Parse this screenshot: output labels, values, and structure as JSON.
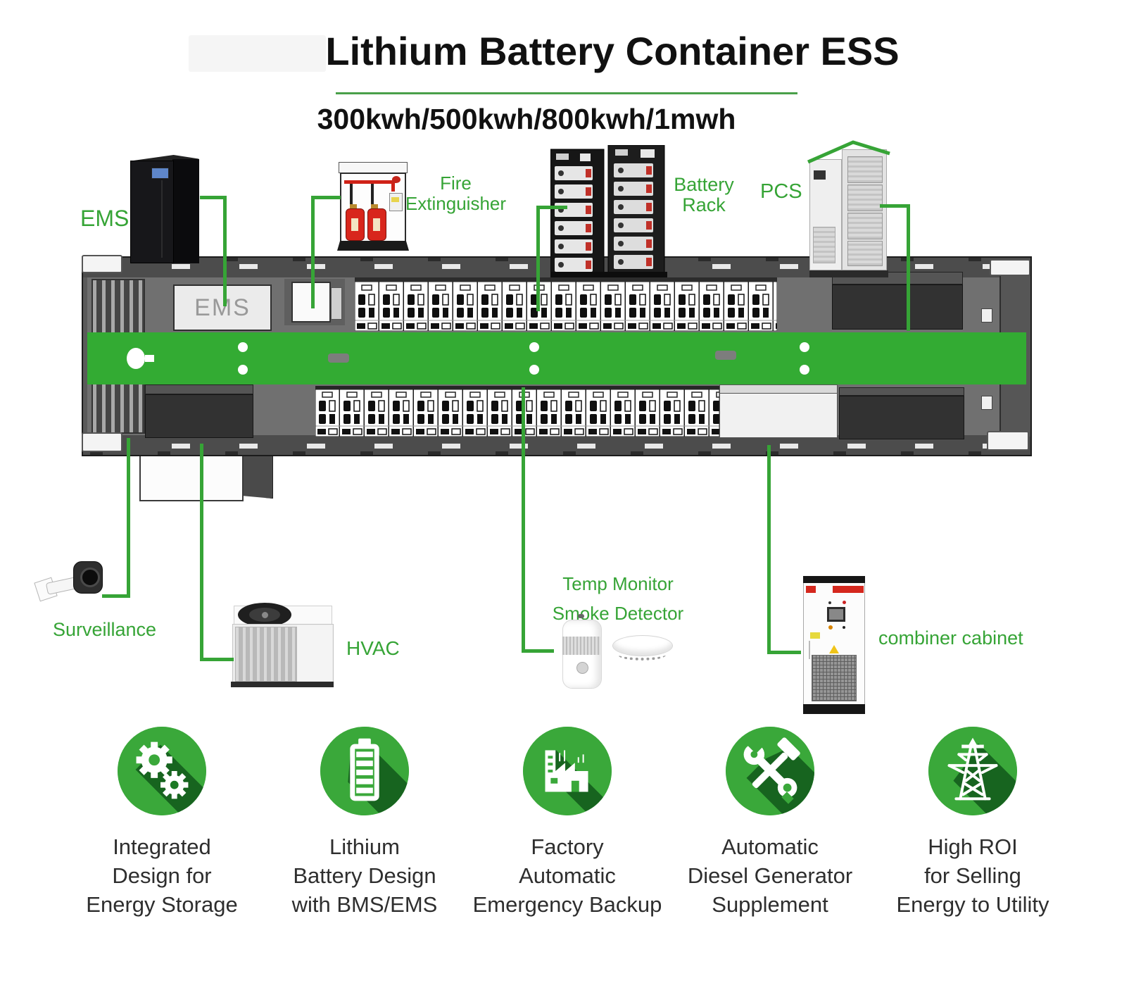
{
  "header": {
    "title": "Lithium Battery Container ESS",
    "subtitle": "300kwh/500kwh/800kwh/1mwh"
  },
  "labels": {
    "ems": "EMS",
    "ems_inside": "EMS",
    "fire_line1": "Fire",
    "fire_line2": "Extinguisher",
    "battery_line1": "Battery",
    "battery_line2": "Rack",
    "pcs": "PCS",
    "surveillance": "Surveillance",
    "hvac": "HVAC",
    "temp_monitor": "Temp Monitor",
    "smoke_detector": "Smoke Detector",
    "combiner": "combiner cabinet"
  },
  "features": [
    {
      "icon": "gears-icon",
      "lines": [
        "Integrated",
        "Design for",
        "Energy Storage"
      ]
    },
    {
      "icon": "battery-icon",
      "lines": [
        "Lithium",
        "Battery Design",
        "with BMS/EMS"
      ]
    },
    {
      "icon": "factory-icon",
      "lines": [
        "Factory",
        "Automatic",
        "Emergency Backup"
      ]
    },
    {
      "icon": "tools-icon",
      "lines": [
        "Automatic",
        "Diesel Generator",
        "Supplement"
      ]
    },
    {
      "icon": "power-tower-icon",
      "lines": [
        "High ROI",
        "for Selling",
        "Energy to Utility"
      ]
    }
  ],
  "colors": {
    "accent_green": "#36a436",
    "band_green": "#33ab33",
    "circle_green": "#3aa83a",
    "shadow_green": "#17641f",
    "divider_green": "#4aa04a",
    "title_black": "#111111",
    "body_text": "#2e2e2e"
  }
}
